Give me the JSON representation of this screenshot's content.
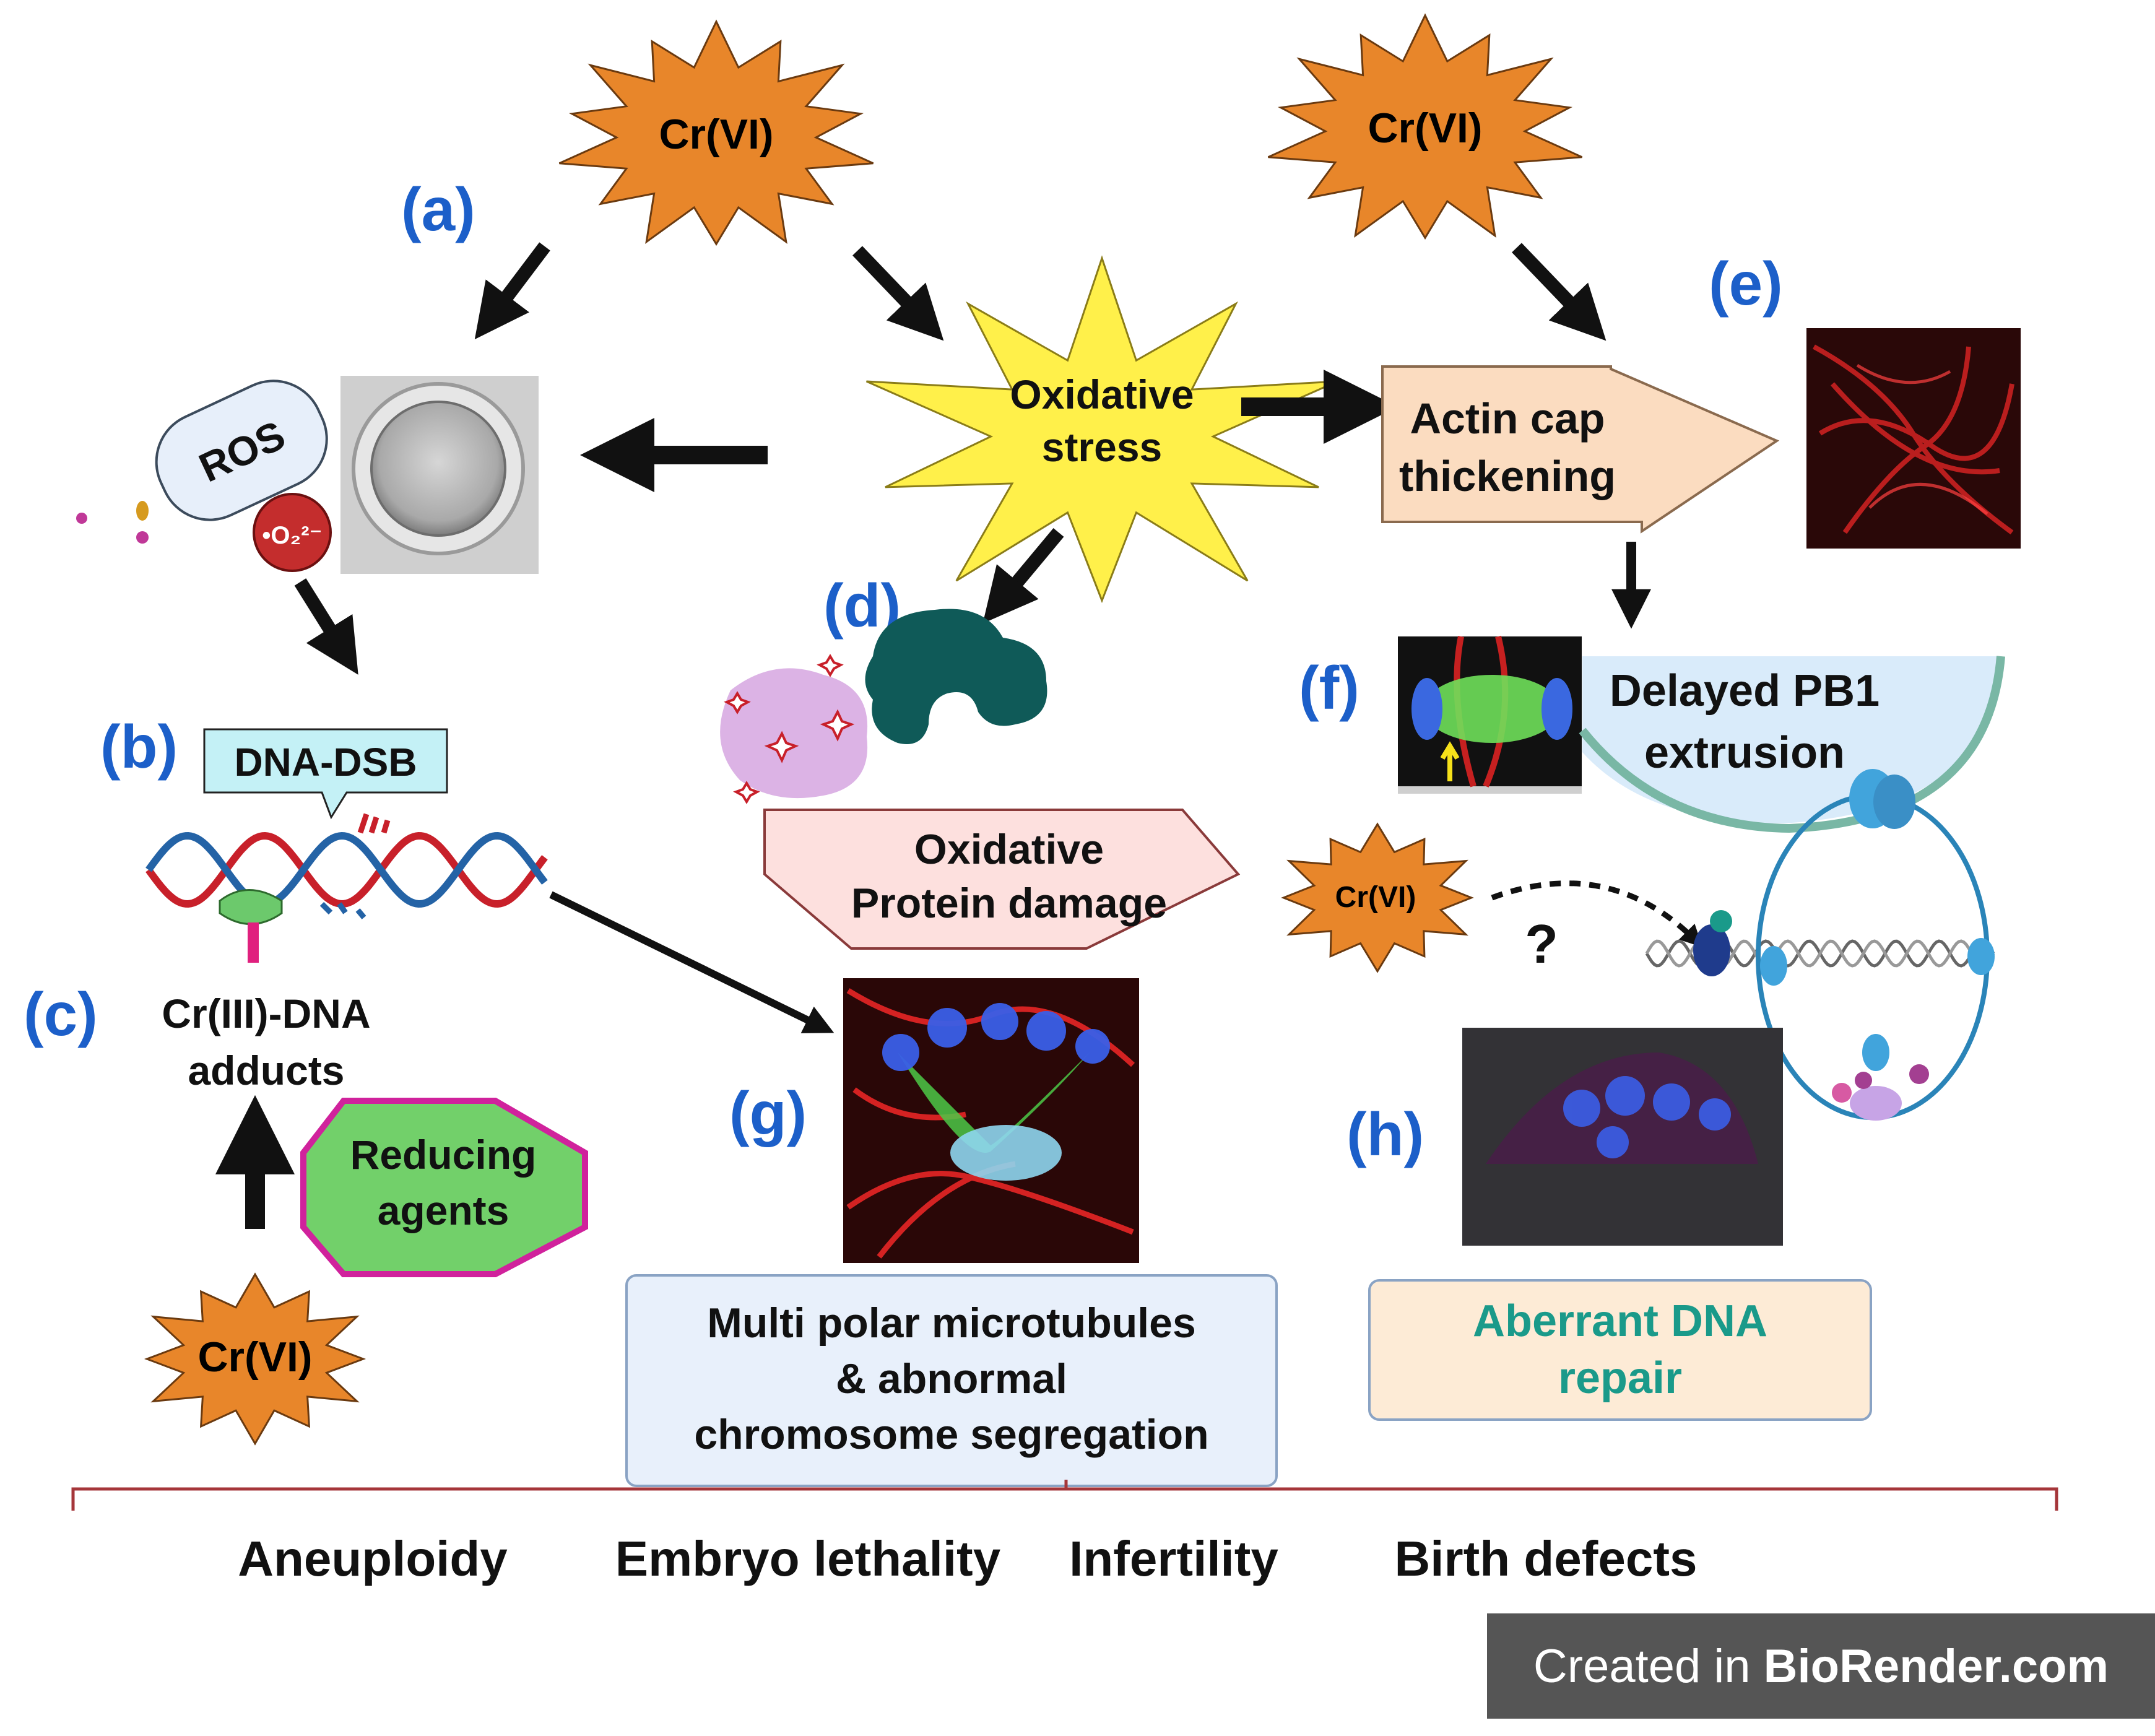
{
  "cr": {
    "top_center": "Cr(VI)",
    "top_right": "Cr(VI)",
    "middle_right": "Cr(VI)",
    "bottom_left": "Cr(VI)"
  },
  "panels": {
    "a": "(a)",
    "b": "(b)",
    "c": "(c)",
    "d": "(d)",
    "e": "(e)",
    "f": "(f)",
    "g": "(g)",
    "h": "(h)"
  },
  "labels": {
    "ros": "ROS",
    "superoxide": "•O₂²⁻",
    "oxidative_stress_l1": "Oxidative",
    "oxidative_stress_l2": "stress",
    "actin_cap_l1": "Actin cap",
    "actin_cap_l2": "thickening",
    "dna_dsb": "DNA-DSB",
    "delayed_pb1_l1": "Delayed PB1",
    "delayed_pb1_l2": "extrusion",
    "protein_damage_l1": "Oxidative",
    "protein_damage_l2": "Protein damage",
    "question": "?",
    "adducts_l1": "Cr(III)-DNA",
    "adducts_l2": "adducts",
    "reducing_l1": "Reducing",
    "reducing_l2": "agents",
    "multipolar_l1": "Multi polar microtubules",
    "multipolar_l2": "& abnormal",
    "multipolar_l3": "chromosome segregation",
    "aberrant_l1": "Aberrant DNA",
    "aberrant_l2": "repair"
  },
  "outcomes": [
    "Aneuploidy",
    "Embryo lethality",
    "Infertility",
    "Birth defects"
  ],
  "badge": {
    "prefix": "Created in ",
    "brand": "BioRender.com"
  },
  "colors": {
    "panel_label": "#1c5fc9",
    "cr_burst": "#e8862a",
    "oxidative_burst": "#fff04a",
    "aberrant_text": "#1a9a8a",
    "bracket": "#a5363a"
  }
}
